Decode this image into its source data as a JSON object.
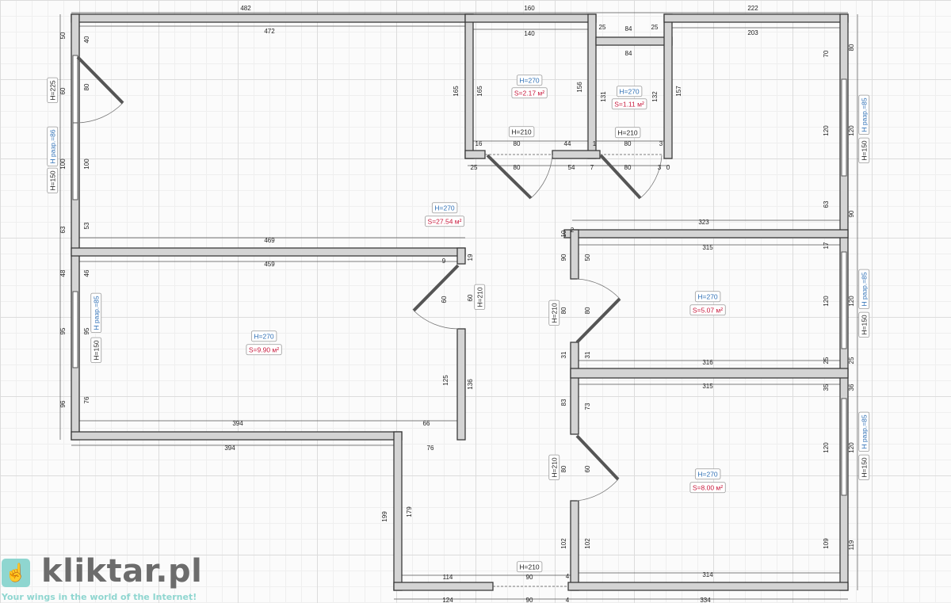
{
  "dimensions": [
    "482",
    "160",
    "222",
    "472",
    "140",
    "25",
    "84",
    "25",
    "203",
    "84",
    "50",
    "40",
    "60",
    "80",
    "100",
    "100",
    "63",
    "53",
    "48",
    "46",
    "95",
    "95",
    "96",
    "76",
    "469",
    "459",
    "394",
    "66",
    "394",
    "76",
    "125",
    "136",
    "60",
    "60",
    "9",
    "19",
    "165",
    "165",
    "156",
    "131",
    "132",
    "157",
    "16",
    "80",
    "44",
    "25",
    "80",
    "54",
    "1",
    "80",
    "3",
    "7",
    "80",
    "3",
    "0",
    "70",
    "80",
    "120",
    "120",
    "63",
    "90",
    "323",
    "10",
    "2",
    "315",
    "17",
    "90",
    "50",
    "80",
    "80",
    "31",
    "31",
    "316",
    "120",
    "120",
    "25",
    "25",
    "315",
    "35",
    "36",
    "83",
    "73",
    "80",
    "60",
    "102",
    "102",
    "120",
    "120",
    "109",
    "119",
    "314",
    "199",
    "179",
    "114",
    "90",
    "4",
    "124",
    "90",
    "4",
    "334"
  ],
  "rooms": {
    "living": {
      "height": "H=270",
      "area": "S=27.54 м²"
    },
    "bedroom": {
      "height": "H=270",
      "area": "S=9.90 м²"
    },
    "bath1": {
      "height": "H=270",
      "area": "S=2.17 м²"
    },
    "bath2": {
      "height": "H=270",
      "area": "S=1.11 м²"
    },
    "room_mid": {
      "height": "H=270",
      "area": "S=5.07 м²"
    },
    "room_low": {
      "height": "H=270",
      "area": "S=8.00 м²"
    }
  },
  "doors": [
    "H=210",
    "H=210",
    "H=210",
    "H=210",
    "H=210",
    "H=210"
  ],
  "windows": {
    "left_top": {
      "height": "H=225",
      "sill": "H разр.=86",
      "win": "H=150"
    },
    "bedroom": {
      "sill": "H разр.=85",
      "win": "H=150"
    },
    "right_top": {
      "sill": "H разр.=85",
      "win": "H=150"
    },
    "right_mid": {
      "sill": "H разр.=85",
      "win": "H=150"
    },
    "right_low": {
      "sill": "H разр.=85",
      "win": "H=150"
    }
  },
  "logo": {
    "icon": "hand-pointer-icon",
    "name": "kliktar.pl",
    "tagline": "Your wings in the world of the Internet!"
  },
  "colors": {
    "height_tag": "#2e6fb5",
    "area_tag": "#c8193c",
    "logo_accent": "#8fd6d0"
  }
}
